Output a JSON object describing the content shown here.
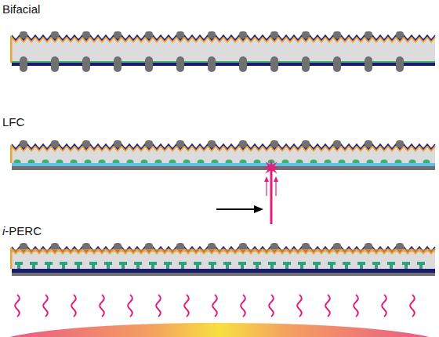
{
  "diagram": {
    "labels": [
      "Bifacial",
      "LFC",
      "i-PERC"
    ]
  }
}
